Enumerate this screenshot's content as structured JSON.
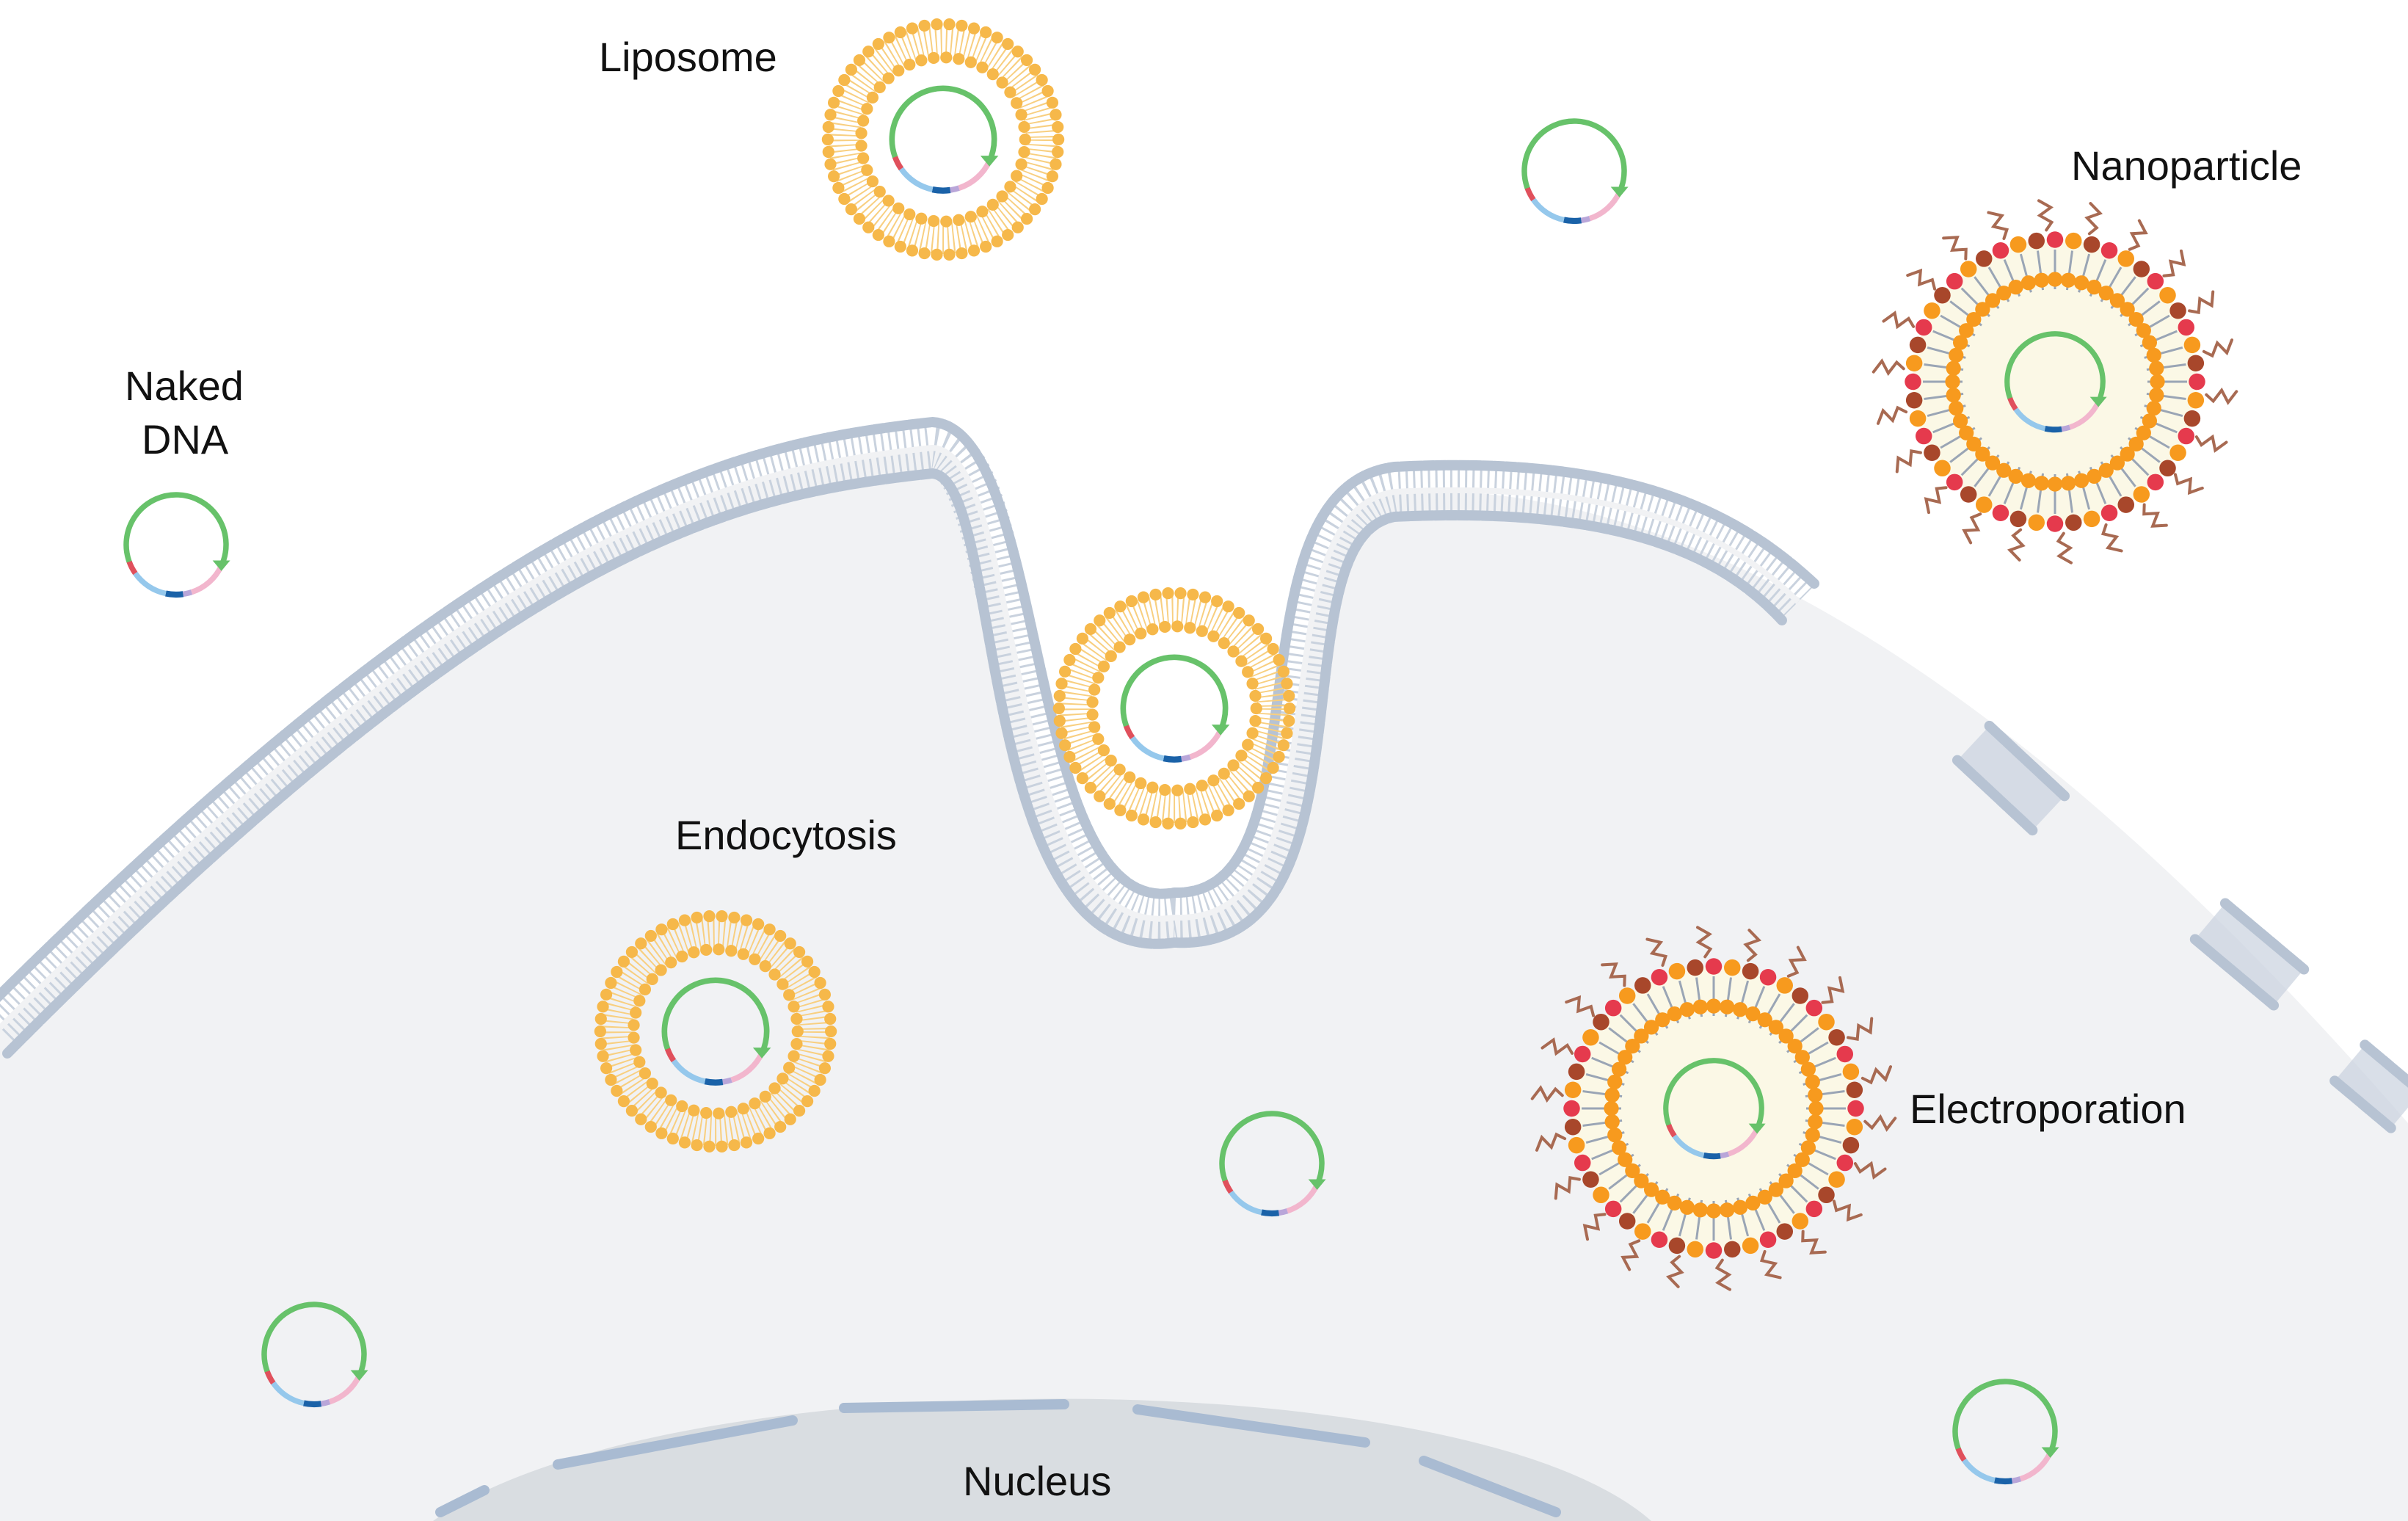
{
  "labels": {
    "liposome": "Liposome",
    "naked_dna_line1": "Naked",
    "naked_dna_line2": "DNA",
    "nanoparticle": "Nanoparticle",
    "endocytosis": "Endocytosis",
    "electroporation": "Electroporation",
    "nucleus": "Nucleus"
  },
  "colors": {
    "background": "#ffffff",
    "cytoplasm": "#f1f2f4",
    "nucleus": "#d9dde1",
    "membrane_head": "#b7c3d3",
    "membrane_tail": "#c9d2de",
    "nuclear_envelope": "#a9bbd2",
    "liposome_head": "#f6b84a",
    "liposome_tail": "#f8cf80",
    "nanoparticle_core": "#fbf8e6",
    "nanoparticle_red": "#e53a4d",
    "nanoparticle_orange": "#f79a1e",
    "nanoparticle_brown": "#a8472b",
    "nanoparticle_peg": "#a86a52",
    "plasmid_green": "#67c26a",
    "plasmid_pink": "#f2b6cd",
    "plasmid_blue": "#95c8ec",
    "plasmid_navy": "#1a62a8",
    "plasmid_red": "#e0505c",
    "plasmid_lilac": "#b9a6d9"
  }
}
